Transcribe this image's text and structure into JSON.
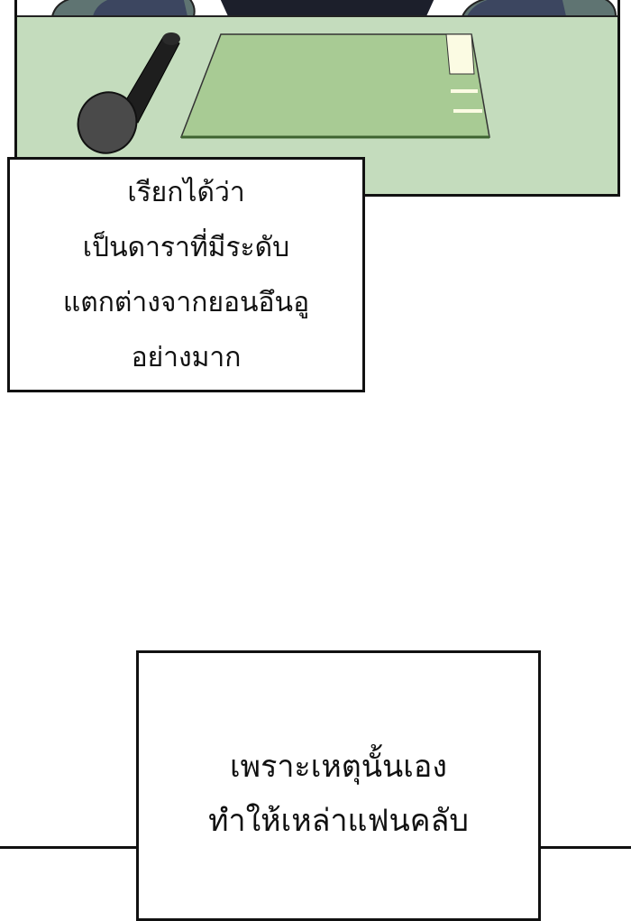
{
  "caption_top": {
    "lines": [
      "เรียกได้ว่า",
      "เป็นดาราที่มีระดับ",
      "แตกต่างจากยอนอึนอู",
      "อย่างมาก"
    ]
  },
  "caption_bottom": {
    "lines": [
      "เพราะเหตุนั้นเอง",
      "ทำให้เหล่าแฟนคลับ"
    ]
  },
  "colors": {
    "desk": "#c4dcbd",
    "folder": "#a8cb94",
    "microphone": "#1e1e1e",
    "outline": "#111111"
  }
}
